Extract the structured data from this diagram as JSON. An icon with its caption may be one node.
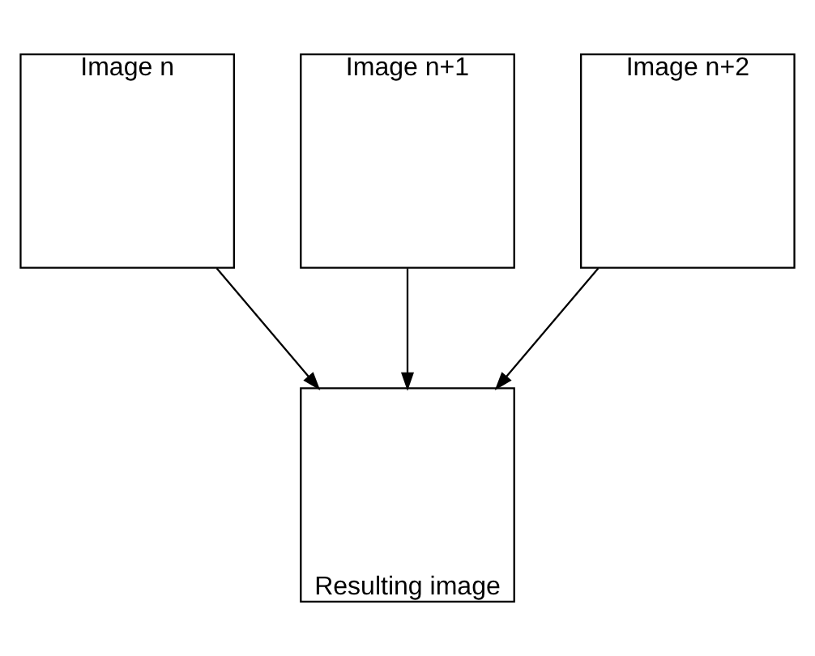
{
  "diagram": {
    "nodes": [
      {
        "text": [
          "Image n"
        ]
      },
      {
        "text": [
          "Image n+1"
        ]
      },
      {
        "text": [
          "Image n+2"
        ]
      },
      {
        "text": [
          "Resulting image"
        ]
      }
    ],
    "edges": [
      {
        "from": 0,
        "to": 3,
        "arrow": "to"
      },
      {
        "from": 1,
        "to": 3,
        "arrow": "to"
      },
      {
        "from": 2,
        "to": 3,
        "arrow": "to"
      }
    ]
  }
}
